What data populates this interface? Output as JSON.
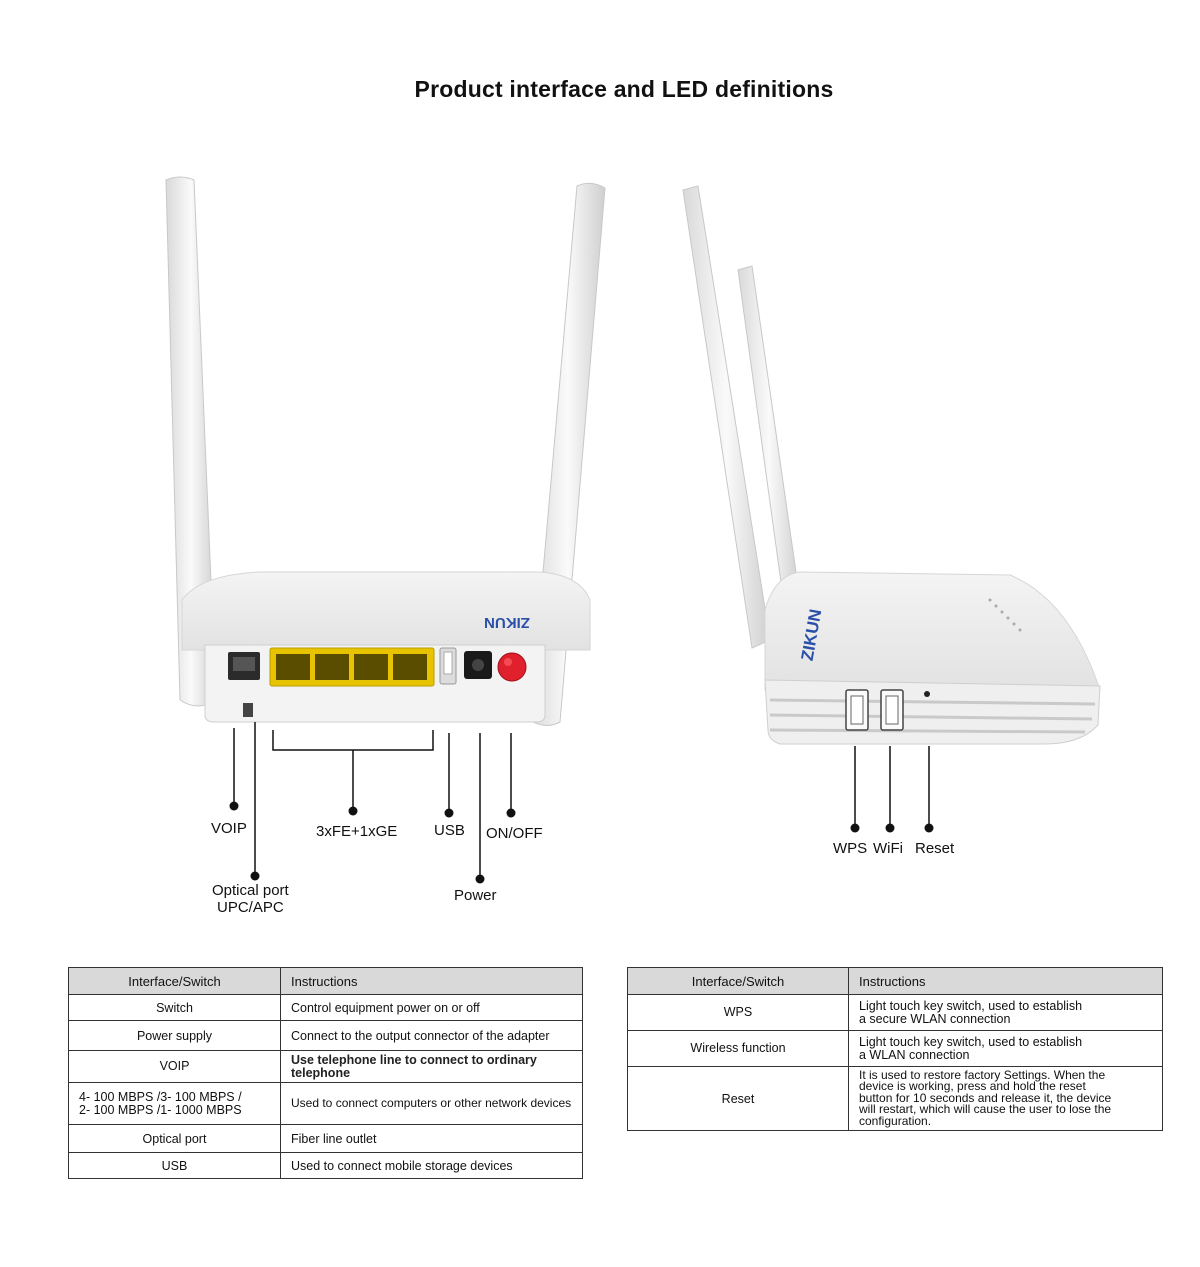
{
  "title": "Product interface and LED definitions",
  "brand": "ZIKUN",
  "rear_callouts": {
    "voip": "VOIP",
    "optical_line1": "Optical port",
    "optical_line2": "UPC/APC",
    "lan": "3xFE+1xGE",
    "usb": "USB",
    "power": "Power",
    "onoff": "ON/OFF"
  },
  "side_callouts": {
    "wps": "WPS",
    "wifi": "WiFi",
    "reset": "Reset"
  },
  "table_left": {
    "headers": [
      "Interface/Switch",
      "Instructions"
    ],
    "rows": [
      {
        "name": "Switch",
        "desc": "Control equipment power on or off"
      },
      {
        "name": "Power supply",
        "desc": "Connect to the output connector of the adapter"
      },
      {
        "name": "VOIP",
        "desc": "Use telephone line to connect to ordinary telephone"
      },
      {
        "name": "4- 100 MBPS /3- 100 MBPS /\n2- 100 MBPS /1- 1000 MBPS",
        "desc": "Used to connect computers or other network devices"
      },
      {
        "name": "Optical port",
        "desc": "Fiber line outlet"
      },
      {
        "name": "USB",
        "desc": "Used to connect mobile storage devices"
      }
    ]
  },
  "table_right": {
    "headers": [
      "Interface/Switch",
      "Instructions"
    ],
    "rows": [
      {
        "name": "WPS",
        "desc": "Light touch key switch, used to establish\na secure WLAN connection"
      },
      {
        "name": "Wireless function",
        "desc": "Light touch key switch, used to establish\na WLAN connection"
      },
      {
        "name": "Reset",
        "desc": "It is used to restore factory Settings. When the\ndevice is working, press and hold the reset\nbutton for 10 seconds and release it, the device\nwill restart, which will cause the user to lose the\n configuration."
      }
    ]
  },
  "colors": {
    "lan_port": "#e8c400",
    "power_button": "#e0202c",
    "brand_blue": "#2a4fa8"
  }
}
